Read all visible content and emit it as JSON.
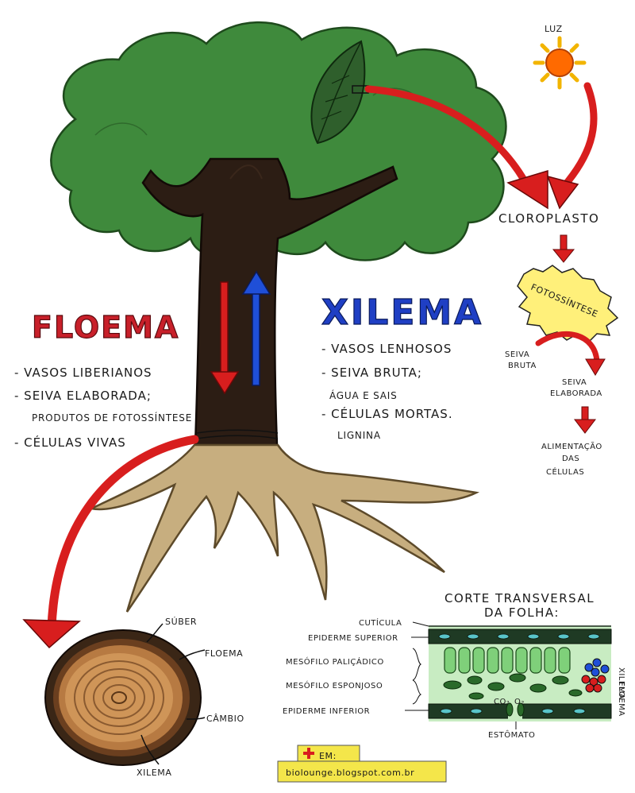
{
  "sun": {
    "label": "LUZ"
  },
  "flow": {
    "chloroplast": "CLOROPLASTO",
    "photosynthesis": "FOTOSSÍNTESE",
    "raw_sap_1": "SEIVA",
    "raw_sap_2": "BRUTA",
    "elab_sap_1": "SEIVA",
    "elab_sap_2": "ELABORADA",
    "feed_1": "ALIMENTAÇÃO",
    "feed_2": "DAS",
    "feed_3": "CÉLULAS"
  },
  "floema": {
    "title": "FLOEMA",
    "items": [
      "- VASOS LIBERIANOS",
      "- SEIVA ELABORADA;",
      "PRODUTOS DE FOTOSSÍNTESE",
      "- CÉLULAS VIVAS"
    ]
  },
  "xilema": {
    "title": "XILEMA",
    "items": [
      "- VASOS LENHOSOS",
      "- SEIVA BRUTA;",
      "ÁGUA E SAIS",
      "- CÉLULAS MORTAS.",
      "LIGNINA"
    ]
  },
  "trunk_section": {
    "suber": "SÚBER",
    "floema": "FLOEMA",
    "cambio": "CÂMBIO",
    "xilema": "XILEMA"
  },
  "leaf_section": {
    "title_1": "CORTE TRANSVERSAL",
    "title_2": "DA FOLHA:",
    "cuticula": "CUTÍCULA",
    "epiderme_superior": "EPIDERME SUPERIOR",
    "mesofilo_palicadico": "MESÓFILO PALIÇÁDICO",
    "mesofilo_esponjoso": "MESÓFILO ESPONJOSO",
    "epiderme_inferior": "EPIDERME INFERIOR",
    "estomato": "ESTÔMATO",
    "co2": "CO₂",
    "o2": "O₂",
    "xilema": "XILEMA",
    "floema": "FLOEMA"
  },
  "credit": {
    "line1": "EM:",
    "line2": "biolounge.blogspot.com.br"
  }
}
